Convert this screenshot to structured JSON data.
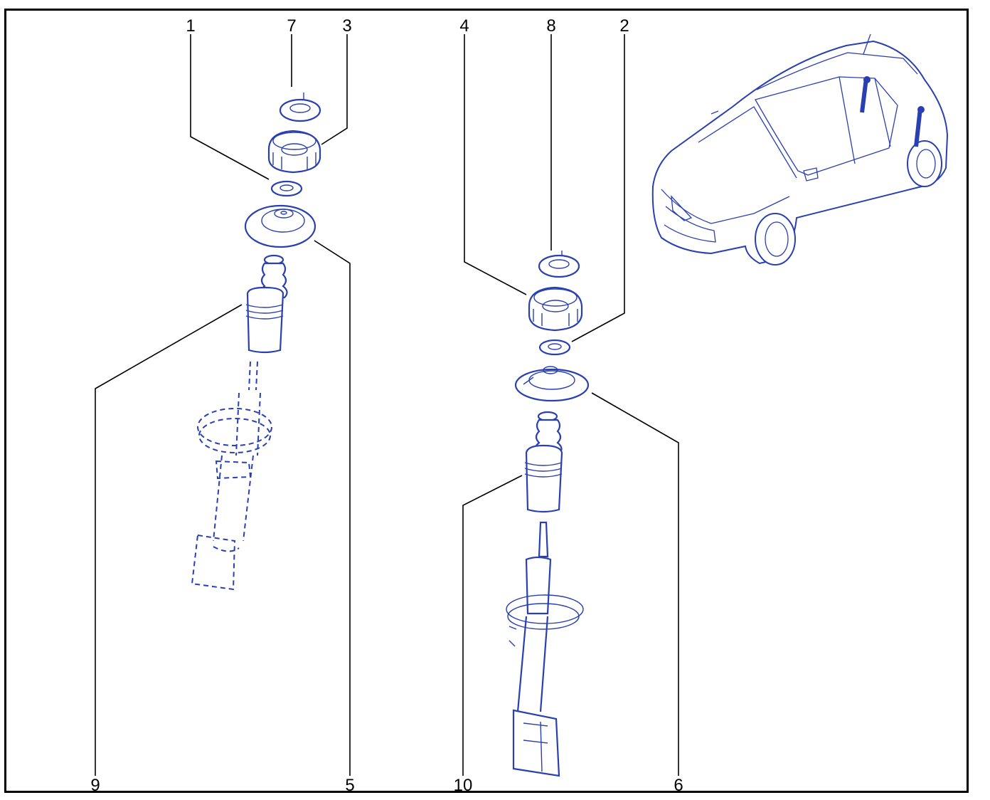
{
  "diagram": {
    "callouts": [
      {
        "id": "c1",
        "label": "1"
      },
      {
        "id": "c7",
        "label": "7"
      },
      {
        "id": "c3",
        "label": "3"
      },
      {
        "id": "c4",
        "label": "4"
      },
      {
        "id": "c8",
        "label": "8"
      },
      {
        "id": "c2",
        "label": "2"
      },
      {
        "id": "c9",
        "label": "9"
      },
      {
        "id": "c5",
        "label": "5"
      },
      {
        "id": "c10",
        "label": "10"
      },
      {
        "id": "c6",
        "label": "6"
      }
    ],
    "colors": {
      "line_art": "#2a3fb0",
      "leader_lines": "#000000",
      "frame": "#000000",
      "background": "#ffffff"
    }
  }
}
